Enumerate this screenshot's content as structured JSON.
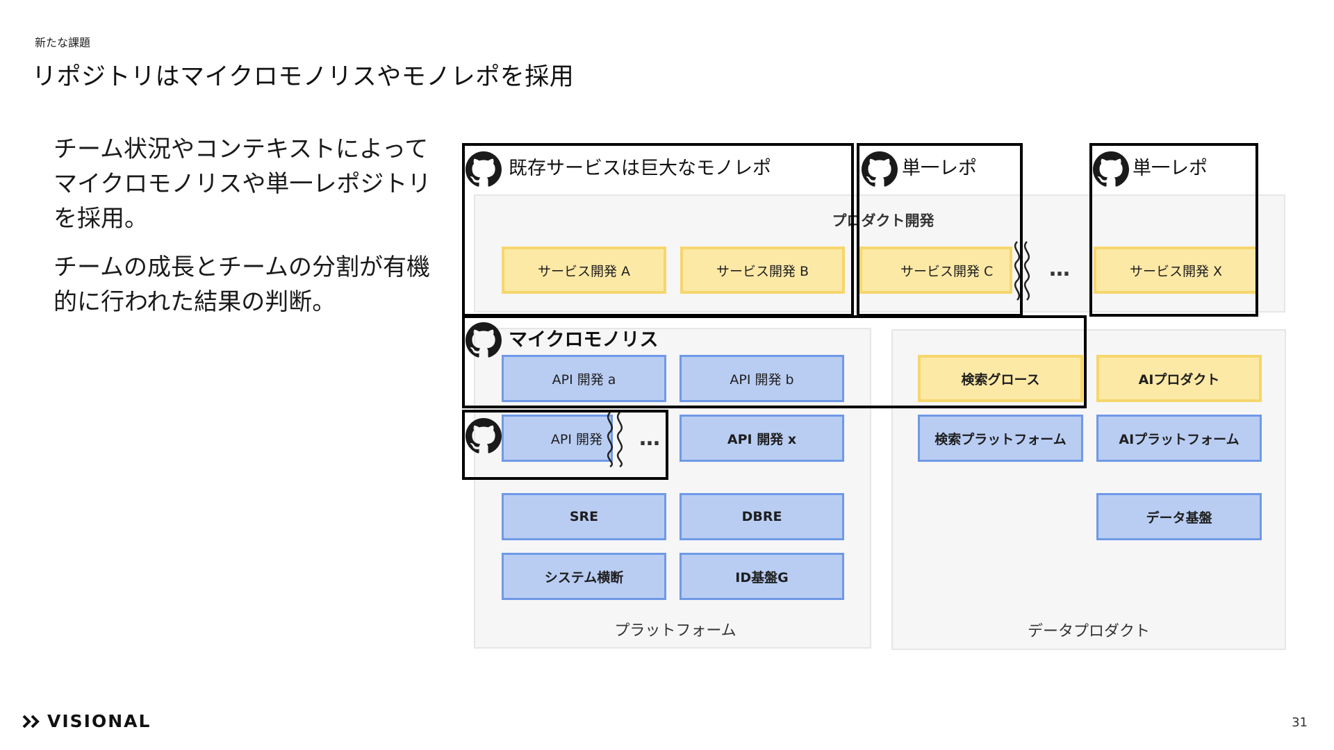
{
  "header": {
    "section": "新たな課題",
    "title": "リポジトリはマイクロモノリスやモノレポを採用"
  },
  "body": {
    "para1": "チーム状況やコンテキストによってマイクロモノリスや単一レポジトリを採用。",
    "para2": "チームの成長とチームの分割が有機的に行われた結果の判断。"
  },
  "diagram": {
    "product_label": "プロダクト開発",
    "platform_label": "プラットフォーム",
    "data_label": "データプロダクト",
    "frames": {
      "monorepo": "既存サービスは巨大なモノレポ",
      "single_repo_c": "単一レポ",
      "single_repo_x": "単一レポ",
      "micromonolith": "マイクロモノリス"
    },
    "product_boxes": [
      "サービス開発 A",
      "サービス開発 B",
      "サービス開発 C",
      "サービス開発 X"
    ],
    "api_boxes": [
      "API 開発 a",
      "API 開発 b",
      "API 開発",
      "API 開発 x"
    ],
    "platform_boxes": [
      "SRE",
      "DBRE",
      "システム横断",
      "ID基盤G"
    ],
    "data_boxes": [
      "検索グロース",
      "AIプロダクト",
      "検索プラットフォーム",
      "AIプラットフォーム",
      "データ基盤"
    ],
    "ellipsis": "…"
  },
  "footer": {
    "brand": "VISIONAL",
    "page": "31"
  },
  "colors": {
    "yellow_fill": "#fde9a6",
    "blue_fill": "#b9cdf3",
    "frame": "#000000"
  },
  "icons": [
    "github-icon",
    "wavy-break-icon"
  ]
}
